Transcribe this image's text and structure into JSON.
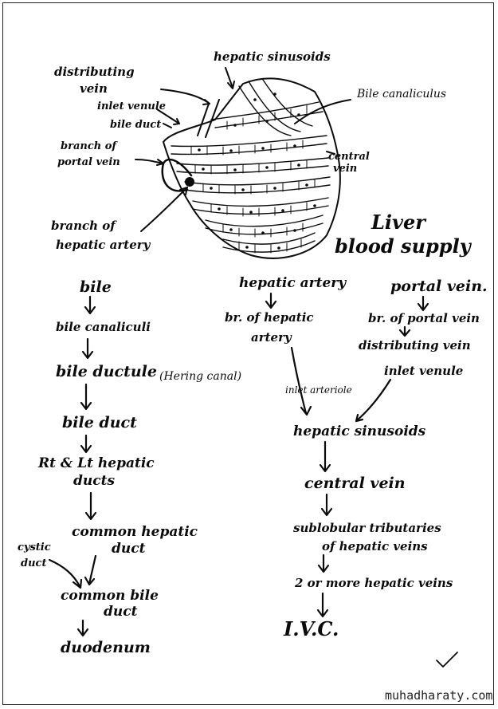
{
  "diagram": {
    "title_line1": "Liver",
    "title_line2": "blood supply",
    "sketch_labels": {
      "hepatic_sinusoids": "hepatic sinusoids",
      "bile_canaliculus": "Bile canaliculus",
      "distributing_vein": "distributing vein",
      "inlet_venule": "inlet venule",
      "bile_duct": "bile duct",
      "branch_portal_vein": "branch of portal vein",
      "central_vein": "central vein",
      "branch_hepatic_artery": "branch of hepatic artery"
    },
    "bile_flow": {
      "bile": "bile",
      "bile_canaliculi": "bile canaliculi",
      "bile_ductule": "bile ductule",
      "hering_canal": "(Hering canal)",
      "bile_duct": "bile duct",
      "rt_lt_hepatic_ducts_1": "Rt & Lt hepatic",
      "rt_lt_hepatic_ducts_2": "ducts",
      "common_hepatic_duct_1": "common hepatic",
      "common_hepatic_duct_2": "duct",
      "cystic_duct_1": "cystic",
      "cystic_duct_2": "duct",
      "common_bile_duct_1": "common bile",
      "common_bile_duct_2": "duct",
      "duodenum": "duodenum"
    },
    "arterial_flow": {
      "hepatic_artery": "hepatic artery",
      "br_hepatic_artery_1": "br. of hepatic",
      "br_hepatic_artery_2": "artery",
      "inlet_arteriole": "inlet arteriole"
    },
    "portal_flow": {
      "portal_vein": "portal vein.",
      "br_portal_vein": "br. of portal vein",
      "distributing_vein": "distributing vein",
      "inlet_venule": "inlet venule"
    },
    "venous_drainage": {
      "hepatic_sinusoids": "hepatic sinusoids",
      "central_vein": "central vein",
      "sublobular_1": "sublobular tributaries",
      "sublobular_2": "of hepatic veins",
      "hepatic_veins": "2 or more hepatic veins",
      "ivc": "I.V.C."
    },
    "watermark": "muhadharaty.com"
  }
}
